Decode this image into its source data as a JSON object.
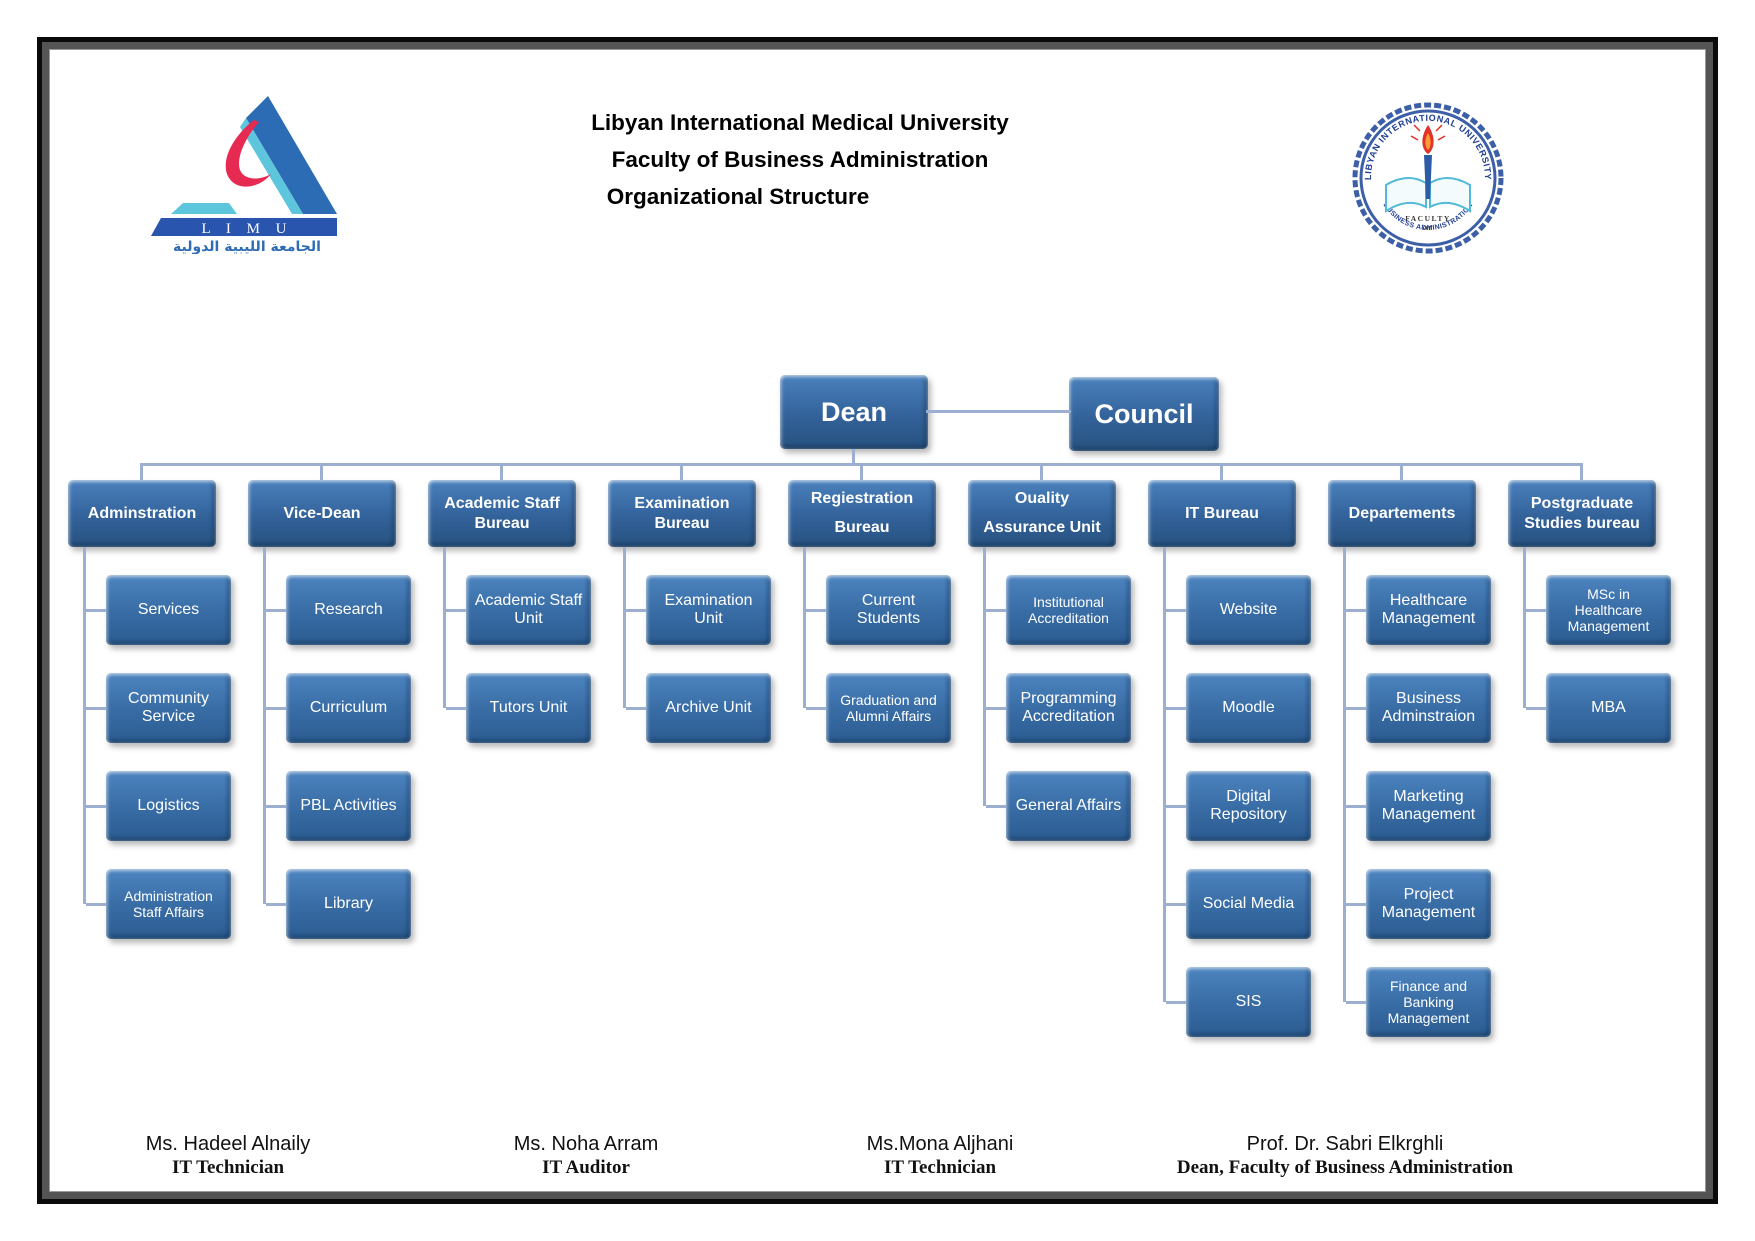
{
  "header": {
    "title_lines": [
      "Libyan International Medical University",
      "Faculty of Business Administration",
      "Organizational Structure"
    ],
    "limu_logo": {
      "acronym": "L I M U",
      "arabic_name": "الجامعة الليبية الدولية"
    },
    "seal": {
      "top_text": "LIBYAN INTERNATIONAL UNIVERSITY",
      "bottom_text": "BUSINESS ADMINISTRATION",
      "middle_line1": "FACULTY",
      "middle_line2": "OF"
    }
  },
  "org_chart": {
    "root": {
      "label": "Dean"
    },
    "council": {
      "label": "Council"
    },
    "columns": [
      {
        "title": "Adminstration",
        "children": [
          "Services",
          "Community Service",
          "Logistics",
          "Administration Staff Affairs"
        ]
      },
      {
        "title": "Vice-Dean",
        "children": [
          "Research",
          "Curriculum",
          "PBL Activities",
          "Library"
        ]
      },
      {
        "title": "Academic Staff Bureau",
        "children": [
          "Academic Staff Unit",
          "Tutors Unit"
        ]
      },
      {
        "title": "Examination Bureau",
        "children": [
          "Examination Unit",
          "Archive Unit"
        ]
      },
      {
        "title": "Regiestration Bureau",
        "spaced": true,
        "children": [
          "Current Students",
          "Graduation and Alumni Affairs"
        ]
      },
      {
        "title": "Ouality Assurance Unit",
        "spaced": true,
        "children": [
          "Institutional Accreditation",
          "Programming Accreditation",
          "General Affairs"
        ]
      },
      {
        "title": "IT Bureau",
        "children": [
          "Website",
          "Moodle",
          "Digital Repository",
          "Social Media",
          "SIS"
        ]
      },
      {
        "title": "Departements",
        "children": [
          "Healthcare Management",
          "Business Adminstraion",
          "Marketing Management",
          "Project Management",
          "Finance and Banking Management"
        ]
      },
      {
        "title": "Postgraduate Studies bureau",
        "children": [
          "MSc in Healthcare Management",
          "MBA"
        ]
      }
    ]
  },
  "footer": {
    "signatories": [
      {
        "name": "Ms. Hadeel Alnaily",
        "role": "IT Technician"
      },
      {
        "name": "Ms. Noha Arram",
        "role": "IT Auditor"
      },
      {
        "name": "Ms.Mona Aljhani",
        "role": "IT Technician"
      },
      {
        "name": "Prof. Dr. Sabri Elkrghli",
        "role": "Dean, Faculty of Business Administration"
      }
    ]
  },
  "colors": {
    "node_top": "#4d85c0",
    "node_bottom": "#2b5c91",
    "connector": "#9dafd1",
    "seal_blue": "#3c5fa8",
    "logo_blue": "#2b6cb5",
    "logo_cyan": "#5ec6dc",
    "logo_red": "#e62a52",
    "band_blue": "#2a55ae"
  }
}
